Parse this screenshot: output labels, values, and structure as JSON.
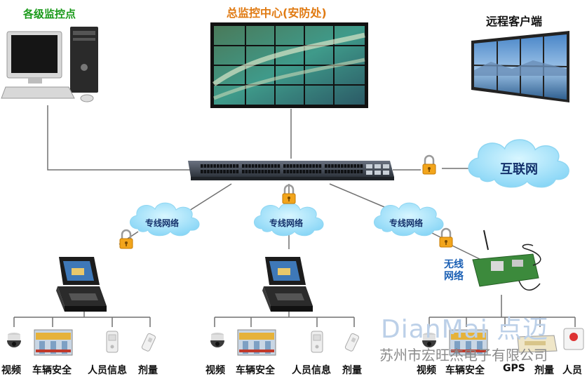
{
  "labels": {
    "branch_points": "各级监控点",
    "center": "总监控中心(安防处)",
    "remote_client": "远程客户端",
    "internet": "互联网",
    "dedicated_1": "专线网络",
    "dedicated_2": "专线网络",
    "dedicated_3": "专线网络",
    "wireless": "无线\n网络"
  },
  "groups": [
    {
      "items": [
        "视频",
        "车辆安全",
        "人员信息",
        "剂量"
      ]
    },
    {
      "items": [
        "视频",
        "车辆安全",
        "人员信息",
        "剂量"
      ]
    },
    {
      "items": [
        "视频",
        "车辆安全",
        "GPS",
        "剂量",
        "人员"
      ]
    }
  ],
  "watermark": {
    "brand": "DianMai 点迈",
    "company": "苏州市宏旺杰电子有限公司"
  },
  "icons": [
    "desktop-pc-icon",
    "video-wall-icon",
    "remote-video-wall-icon",
    "network-switch-icon",
    "cloud-icon",
    "lock-icon",
    "kiosk-terminal-icon",
    "dome-camera-icon",
    "vehicle-safety-icon",
    "id-card-reader-icon",
    "dosimeter-icon",
    "wireless-module-icon",
    "gps-device-icon",
    "alarm-icon"
  ],
  "colors": {
    "green_label": "#1a9a1a",
    "orange_label": "#e07a12",
    "cloud": "#a6e6ff",
    "line": "#707070"
  }
}
